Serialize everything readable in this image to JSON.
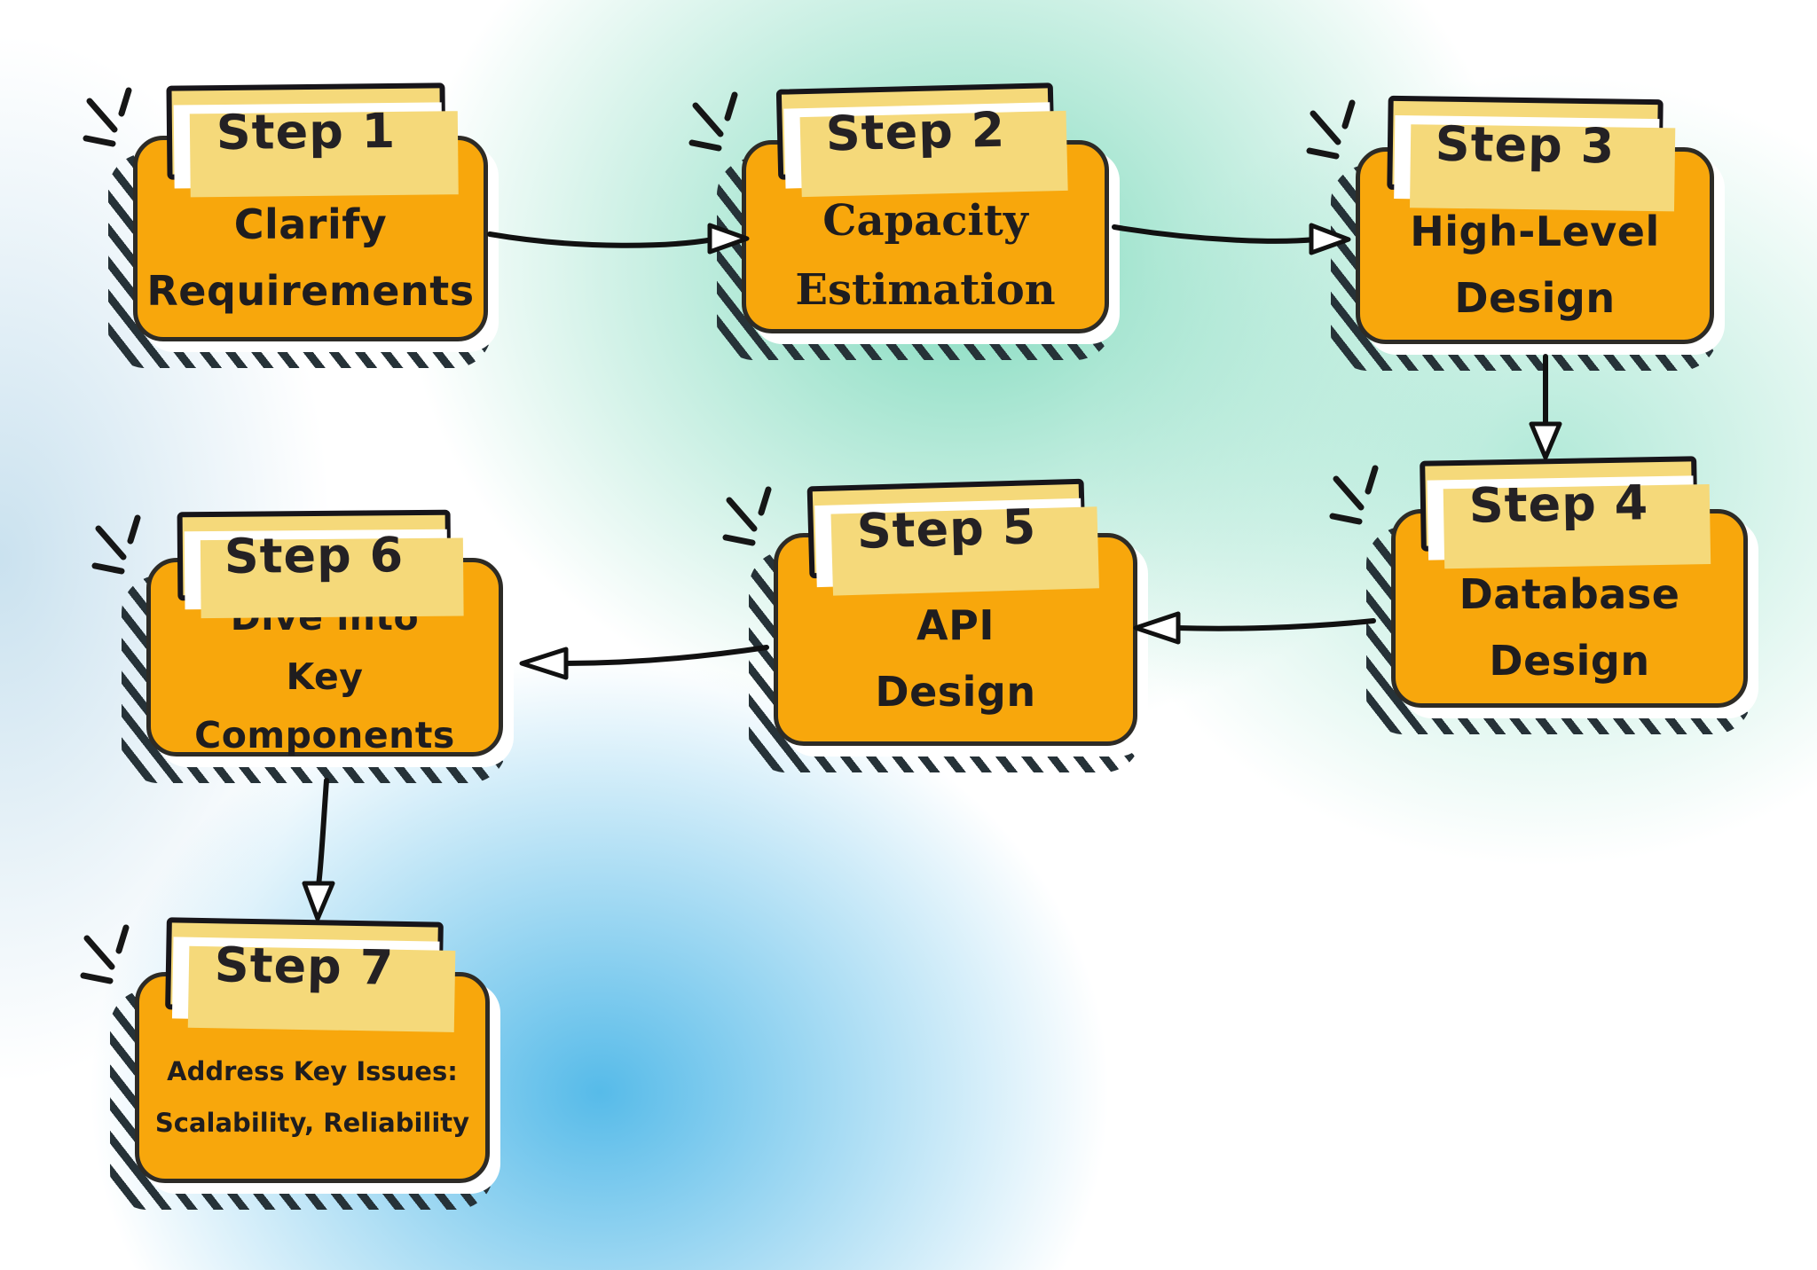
{
  "diagram": {
    "type": "flowchart",
    "colors": {
      "box_fill": "#F8A70C",
      "label_fill": "#F5D97A",
      "outline": "#1c1c1c",
      "arrow": "#111111",
      "background_teal": "#7CD9BB",
      "background_blue": "#48B5E7",
      "background_base": "#FFFFFF"
    },
    "steps": [
      {
        "id": 1,
        "label": "Step 1",
        "title_lines": [
          "Clarify",
          "Requirements"
        ]
      },
      {
        "id": 2,
        "label": "Step 2",
        "title_lines": [
          "Capacity",
          "Estimation"
        ]
      },
      {
        "id": 3,
        "label": "Step 3",
        "title_lines": [
          "High-Level",
          "Design"
        ]
      },
      {
        "id": 4,
        "label": "Step 4",
        "title_lines": [
          "Database",
          "Design"
        ]
      },
      {
        "id": 5,
        "label": "Step 5",
        "title_lines": [
          "API",
          "Design"
        ]
      },
      {
        "id": 6,
        "label": "Step 6",
        "title_lines": [
          "Dive into",
          "Key Components"
        ]
      },
      {
        "id": 7,
        "label": "Step 7",
        "title_lines": [
          "Address Key Issues:",
          "Scalability, Reliability"
        ]
      }
    ],
    "arrows": [
      {
        "from": 1,
        "to": 2,
        "direction": "right"
      },
      {
        "from": 2,
        "to": 3,
        "direction": "right"
      },
      {
        "from": 3,
        "to": 4,
        "direction": "down"
      },
      {
        "from": 4,
        "to": 5,
        "direction": "left"
      },
      {
        "from": 5,
        "to": 6,
        "direction": "left"
      },
      {
        "from": 6,
        "to": 7,
        "direction": "down"
      }
    ]
  }
}
